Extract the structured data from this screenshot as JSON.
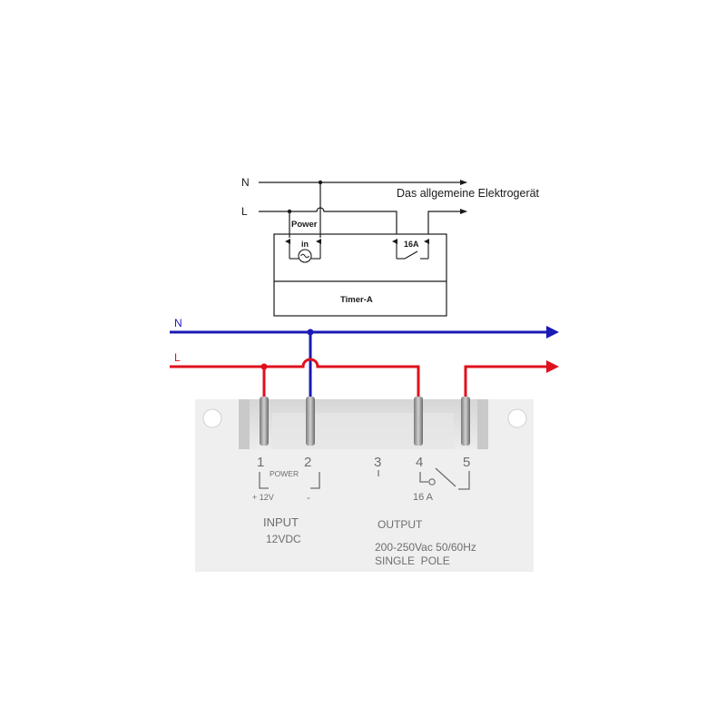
{
  "schematic": {
    "label_n": "N",
    "label_l": "L",
    "appliance_label": "Das allgemeine Elektrogerät",
    "power_label": "Power",
    "in_label": "in",
    "relay_rating": "16A",
    "device_name": "Timer-A"
  },
  "wiring": {
    "label_n": "N",
    "label_l": "L",
    "colors": {
      "neutral": "#1a1ab4",
      "line": "#e0101c",
      "wire_black": "#1a1a1a"
    }
  },
  "device": {
    "terminal_numbers": [
      "1",
      "2",
      "3",
      "4",
      "5"
    ],
    "power_label": "POWER",
    "plus_label": "+ 12V",
    "minus_label": "-",
    "relay_rating": "16 A",
    "input_title": "INPUT",
    "input_voltage": "12VDC",
    "output_title": "OUTPUT",
    "output_voltage": "200-250Vac 50/60Hz",
    "output_pole": "SINGLE  POLE"
  }
}
